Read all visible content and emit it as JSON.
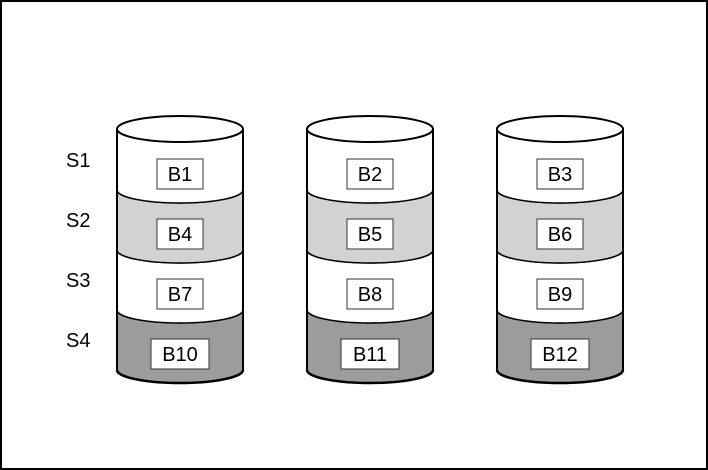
{
  "stripes": [
    "S1",
    "S2",
    "S3",
    "S4"
  ],
  "disks": [
    {
      "blocks": [
        "B1",
        "B4",
        "B7",
        "B10"
      ]
    },
    {
      "blocks": [
        "B2",
        "B5",
        "B8",
        "B11"
      ]
    },
    {
      "blocks": [
        "B3",
        "B6",
        "B9",
        "B12"
      ]
    }
  ],
  "colors": {
    "stripe_fills": [
      "#ffffff",
      "#d2d2d2",
      "#ffffff",
      "#9c9c9c"
    ],
    "stroke": "#000000"
  }
}
